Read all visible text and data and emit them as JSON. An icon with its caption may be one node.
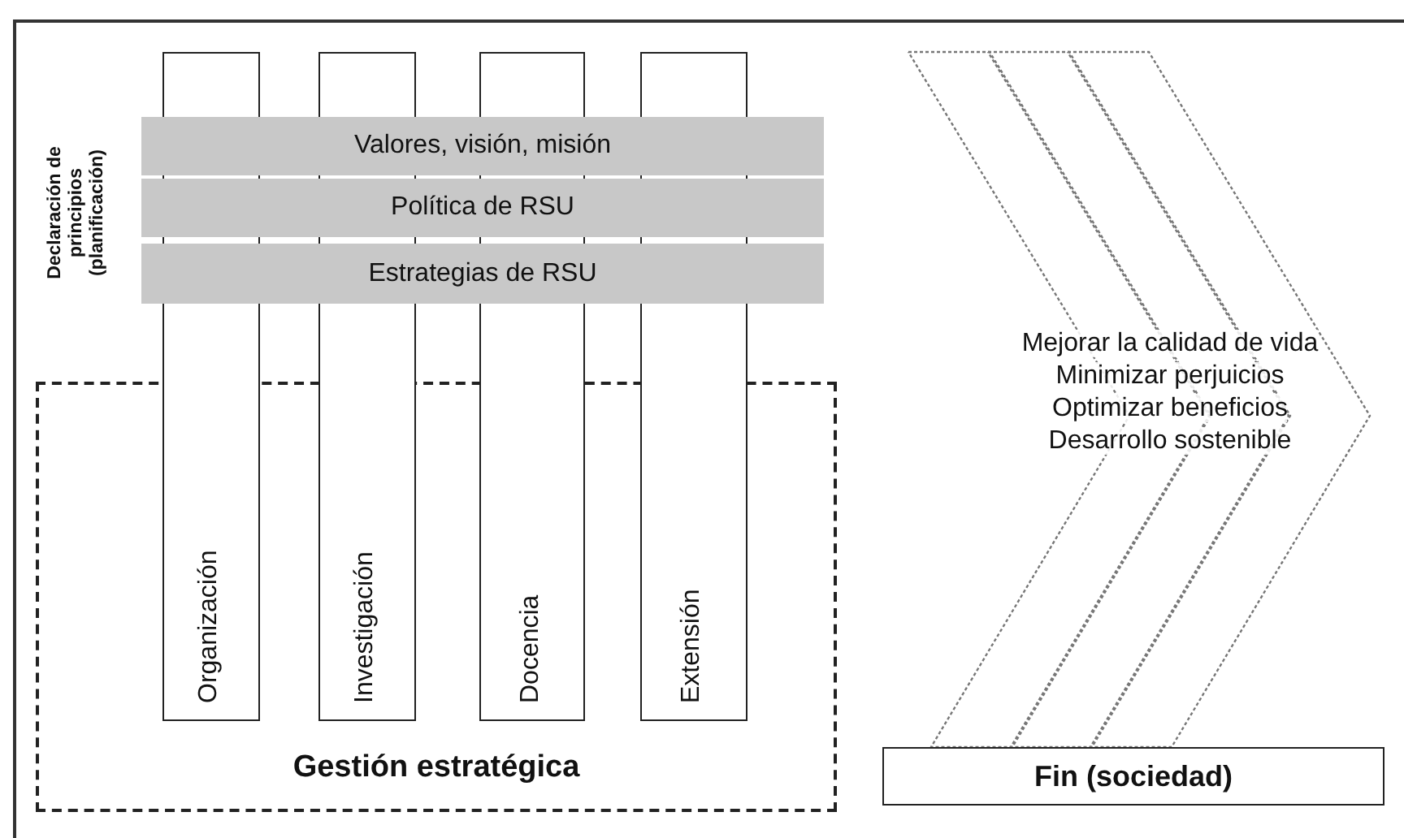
{
  "diagram": {
    "nodes": [
      {
        "text": [
          "Gestión estratégica"
        ]
      },
      {
        "text": [
          "Organización"
        ]
      },
      {
        "text": [
          "Investigación"
        ]
      },
      {
        "text": [
          "Docencia"
        ]
      },
      {
        "text": [
          "Extensión"
        ]
      },
      {
        "text": [
          "Valores, visión, misión"
        ]
      },
      {
        "text": [
          "Política de RSU"
        ]
      },
      {
        "text": [
          "Estrategias de RSU"
        ]
      },
      {
        "text": [
          "Mejorar la calidad de vida",
          "Minimizar perjuicios",
          "Optimizar beneficios",
          "Desarrollo sostenible"
        ]
      },
      {
        "text": [
          "Fin (sociedad)"
        ]
      }
    ],
    "labels": [
      "Declaración de principios (planificación)"
    ]
  }
}
